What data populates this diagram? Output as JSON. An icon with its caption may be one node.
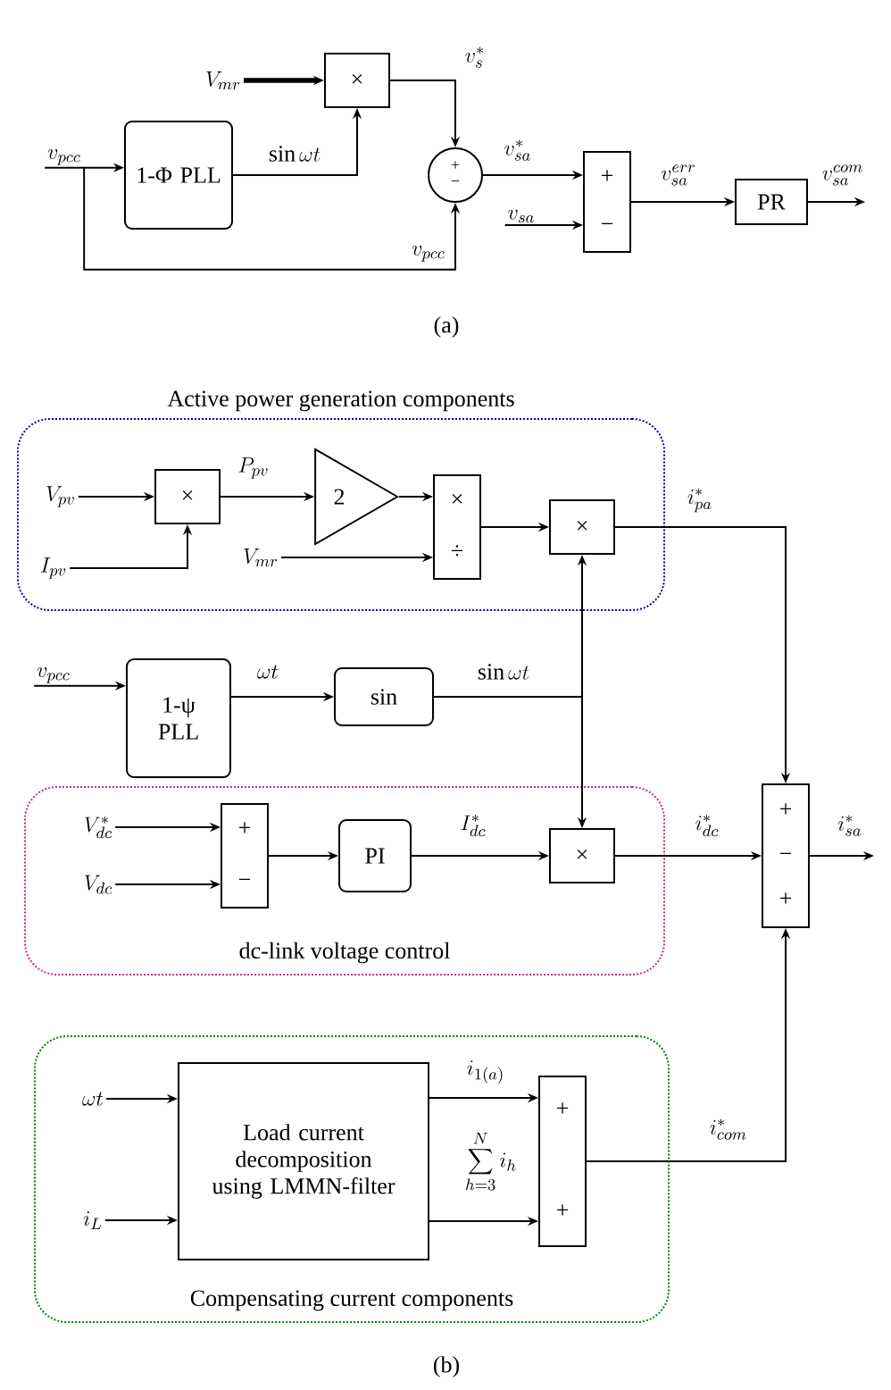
{
  "diagram": {
    "nodes": [
      {
        "text": [
          "V_{mr}"
        ]
      },
      {
        "text": [
          "×"
        ]
      },
      {
        "text": [
          "v_{pcc}"
        ]
      },
      {
        "text": [
          "1-Φ PLL"
        ]
      },
      {
        "text": [
          "+",
          "−"
        ]
      },
      {
        "text": [
          "v_{sa}"
        ]
      },
      {
        "text": [
          "+",
          "−"
        ]
      },
      {
        "text": [
          "PR"
        ]
      },
      {
        "text": [
          "Active power generation components"
        ]
      },
      {
        "text": [
          "V_{pv}"
        ],
        "in": 8
      },
      {
        "text": [
          "×"
        ],
        "in": 8
      },
      {
        "text": [
          "I_{pv}"
        ],
        "in": 8
      },
      {
        "text": [
          "2"
        ],
        "in": 8
      },
      {
        "text": [
          "×",
          "÷"
        ],
        "in": 8
      },
      {
        "text": [
          "V_{mr}"
        ],
        "in": 8
      },
      {
        "text": [
          "×"
        ],
        "in": 8
      },
      {
        "text": [
          "v_{pcc}"
        ]
      },
      {
        "text": [
          "1-ψ PLL"
        ]
      },
      {
        "text": [
          "sin"
        ]
      },
      {
        "text": [
          "dc-link voltage control"
        ]
      },
      {
        "text": [
          "V_{dc}^{*}"
        ],
        "in": 19
      },
      {
        "text": [
          "V_{dc}"
        ],
        "in": 19
      },
      {
        "text": [
          "+",
          "−"
        ],
        "in": 19
      },
      {
        "text": [
          "PI"
        ],
        "in": 19
      },
      {
        "text": [
          "×"
        ],
        "in": 19
      },
      {
        "text": [
          "+",
          "−",
          "+"
        ]
      },
      {
        "text": [
          "Compensating current components"
        ]
      },
      {
        "text": [
          "\\omega t"
        ],
        "in": 26
      },
      {
        "text": [
          "i_{L}"
        ],
        "in": 26
      },
      {
        "text": [
          "Load current decomposition using LMMN-filter"
        ],
        "in": 26
      },
      {
        "text": [
          "+",
          "+"
        ],
        "in": 26
      }
    ],
    "edges": [
      {
        "from": 0,
        "to": 1,
        "arrow": "to",
        "style": "thick"
      },
      {
        "from": 3,
        "to": 1,
        "arrow": "to",
        "label": "\\sin\\omega t"
      },
      {
        "from": 1,
        "to": 4,
        "arrow": "to",
        "label": "v_{s}^{*}"
      },
      {
        "from": 2,
        "to": 3,
        "arrow": "to"
      },
      {
        "from": 2,
        "to": 4,
        "arrow": "to",
        "label": "v_{pcc}"
      },
      {
        "from": 4,
        "to": 6,
        "arrow": "to",
        "label": "v_{sa}^{*}"
      },
      {
        "from": 5,
        "to": 6,
        "arrow": "to"
      },
      {
        "from": 6,
        "to": 7,
        "arrow": "to",
        "label": "v_{sa}^{err}"
      },
      {
        "from": 7,
        "to": null,
        "arrow": "to",
        "label": "v_{sa}^{com}"
      },
      {
        "from": 9,
        "to": 10,
        "arrow": "to"
      },
      {
        "from": 11,
        "to": 10,
        "arrow": "to"
      },
      {
        "from": 10,
        "to": 12,
        "arrow": "to",
        "label": "P_{pv}"
      },
      {
        "from": 12,
        "to": 13,
        "arrow": "to"
      },
      {
        "from": 14,
        "to": 13,
        "arrow": "to"
      },
      {
        "from": 13,
        "to": 15,
        "arrow": "to"
      },
      {
        "from": 15,
        "to": 25,
        "arrow": "to",
        "label": "i_{pa}^{*}"
      },
      {
        "from": 16,
        "to": 17,
        "arrow": "to"
      },
      {
        "from": 17,
        "to": 18,
        "arrow": "to",
        "label": "\\omega t"
      },
      {
        "from": 18,
        "to": 15,
        "arrow": "to",
        "label": "\\sin\\omega t"
      },
      {
        "from": 18,
        "to": 24,
        "arrow": "to"
      },
      {
        "from": 20,
        "to": 22,
        "arrow": "to"
      },
      {
        "from": 21,
        "to": 22,
        "arrow": "to"
      },
      {
        "from": 22,
        "to": 23,
        "arrow": "to"
      },
      {
        "from": 23,
        "to": 24,
        "arrow": "to",
        "label": "I_{dc}^{*}"
      },
      {
        "from": 24,
        "to": 25,
        "arrow": "to",
        "label": "i_{dc}^{*}"
      },
      {
        "from": 25,
        "to": null,
        "arrow": "to",
        "label": "i_{sa}^{*}"
      },
      {
        "from": 27,
        "to": 29,
        "arrow": "to"
      },
      {
        "from": 28,
        "to": 29,
        "arrow": "to"
      },
      {
        "from": 29,
        "to": 30,
        "arrow": "to",
        "label": "i_{1(a)}"
      },
      {
        "from": 29,
        "to": 30,
        "arrow": "to",
        "label": "\\sum_{h=3}^{N} i_{h}"
      },
      {
        "from": 30,
        "to": 25,
        "arrow": "to",
        "label": "i_{com}^{*}"
      }
    ],
    "labels": [
      "(a)",
      "(b)"
    ]
  }
}
